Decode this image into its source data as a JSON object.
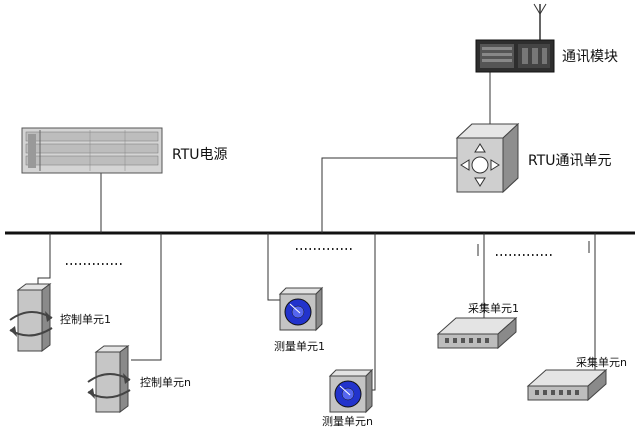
{
  "labels": {
    "comm_module": "通讯模块",
    "rtu_power": "RTU电源",
    "rtu_comm_unit": "RTU通讯单元",
    "control_unit_1": "控制单元1",
    "control_unit_n": "控制单元n",
    "measure_unit_1": "测量单元1",
    "measure_unit_n": "测量单元n",
    "collect_unit_1": "采集单元1",
    "collect_unit_n": "采集单元n"
  },
  "colors": {
    "line": "#111111",
    "device_gray": "#c8c8c8",
    "device_dark": "#3a3a3a",
    "meter_blue": "#2233cc"
  },
  "icons": {
    "comm_module": "rack-server-antenna-icon",
    "rtu_power": "power-supply-rack-icon",
    "rtu_comm_unit": "network-switch-icon",
    "control_unit": "rotary-controller-icon",
    "measure_unit": "meter-icon",
    "collect_unit": "acquisition-hub-icon"
  }
}
